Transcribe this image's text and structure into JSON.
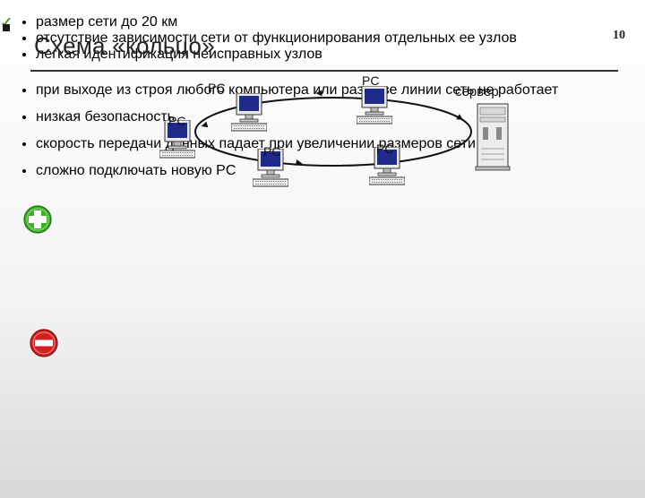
{
  "slide": {
    "title": "Схема «кольцо»",
    "page_number": "10"
  },
  "diagram": {
    "labels": {
      "pc_top_left": "PC",
      "pc_top_center": "PC",
      "pc_left": "PC",
      "pc_bottom_left": "PC",
      "pc_bottom_right": "PC",
      "server": "сервер"
    }
  },
  "advantages": [
    "размер сети до 20 км",
    "отсутствие зависимости сети от функционирования отдельных ее узлов",
    "легкая идентификация неисправных узлов"
  ],
  "disadvantages": [
    "при выходе из строя любого компьютера или разрыве линии сеть не работает",
    "низкая безопасность",
    "скорость передачи данных падает при увеличении размеров сети",
    "сложно подключать новую PC"
  ],
  "icons": {
    "plus": "plus-icon",
    "minus": "minus-icon",
    "bullet_check": "checkmark-icon",
    "bullet_square": "square-bullet-icon"
  },
  "colors": {
    "plus_green": "#3fae2a",
    "minus_red": "#d42020",
    "check_green": "#3a7f1f"
  }
}
